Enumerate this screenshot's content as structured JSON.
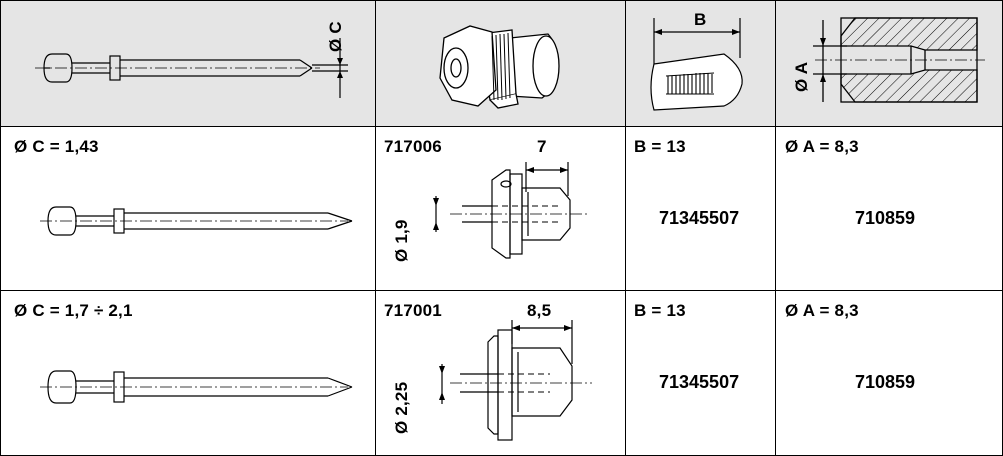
{
  "header": {
    "rivet_dim_label": "Ø C",
    "cutter_width_label": "B",
    "sleeve_dim_label": "Ø A"
  },
  "rows": [
    {
      "rivet_label": "Ø C = 1,43",
      "nozzle_code": "717006",
      "nozzle_length": "7",
      "nozzle_bore": "Ø 1,9",
      "jaw_label": "B = 13",
      "jaw_code": "71345507",
      "sleeve_label": "Ø A = 8,3",
      "sleeve_code": "710859"
    },
    {
      "rivet_label": "Ø C = 1,7 ÷ 2,1",
      "nozzle_code": "717001",
      "nozzle_length": "8,5",
      "nozzle_bore": "Ø 2,25",
      "jaw_label": "B = 13",
      "jaw_code": "71345507",
      "sleeve_label": "Ø A = 8,3",
      "sleeve_code": "710859"
    }
  ]
}
